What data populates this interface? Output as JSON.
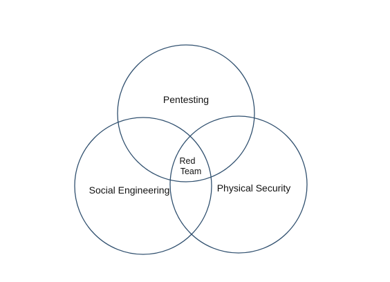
{
  "diagram": {
    "type": "venn",
    "stroke_color": "#2f4f6e",
    "sets": [
      {
        "id": "pentesting",
        "label": "Pentesting"
      },
      {
        "id": "social-engineering",
        "label": "Social Engineering"
      },
      {
        "id": "physical-security",
        "label": "Physical Security"
      }
    ],
    "intersection": {
      "label_lines": [
        "Red",
        "Team"
      ]
    }
  }
}
